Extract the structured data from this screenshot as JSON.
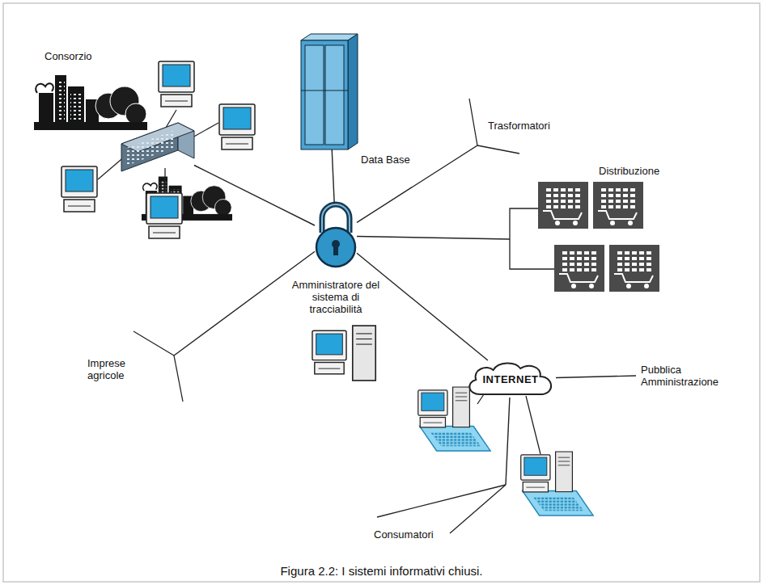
{
  "diagram": {
    "caption": "Figura 2.2: I sistemi informativi chiusi.",
    "nodes": [
      {
        "text": [
          "Consorzio"
        ]
      },
      {
        "text": [
          "Data Base"
        ]
      },
      {
        "text": [
          "Trasformatori"
        ]
      },
      {
        "text": [
          "Distribuzione"
        ]
      },
      {
        "text": [
          "Amministratore del sistema di tracciabilità"
        ]
      },
      {
        "text": [
          "Imprese agricole"
        ]
      },
      {
        "text": [
          "INTERNET"
        ]
      },
      {
        "text": [
          "Pubblica Amministrazione"
        ]
      },
      {
        "text": [
          "Consumatori"
        ]
      }
    ],
    "edges": [
      {
        "from": 4,
        "to": 0,
        "arrow": "none"
      },
      {
        "from": 4,
        "to": 1,
        "arrow": "none"
      },
      {
        "from": 4,
        "to": 2,
        "arrow": "none"
      },
      {
        "from": 4,
        "to": 3,
        "arrow": "none"
      },
      {
        "from": 4,
        "to": 5,
        "arrow": "none"
      },
      {
        "from": 4,
        "to": 6,
        "arrow": "none"
      },
      {
        "from": 6,
        "to": 7,
        "arrow": "none"
      },
      {
        "from": 6,
        "to": 8,
        "arrow": "none"
      }
    ]
  }
}
